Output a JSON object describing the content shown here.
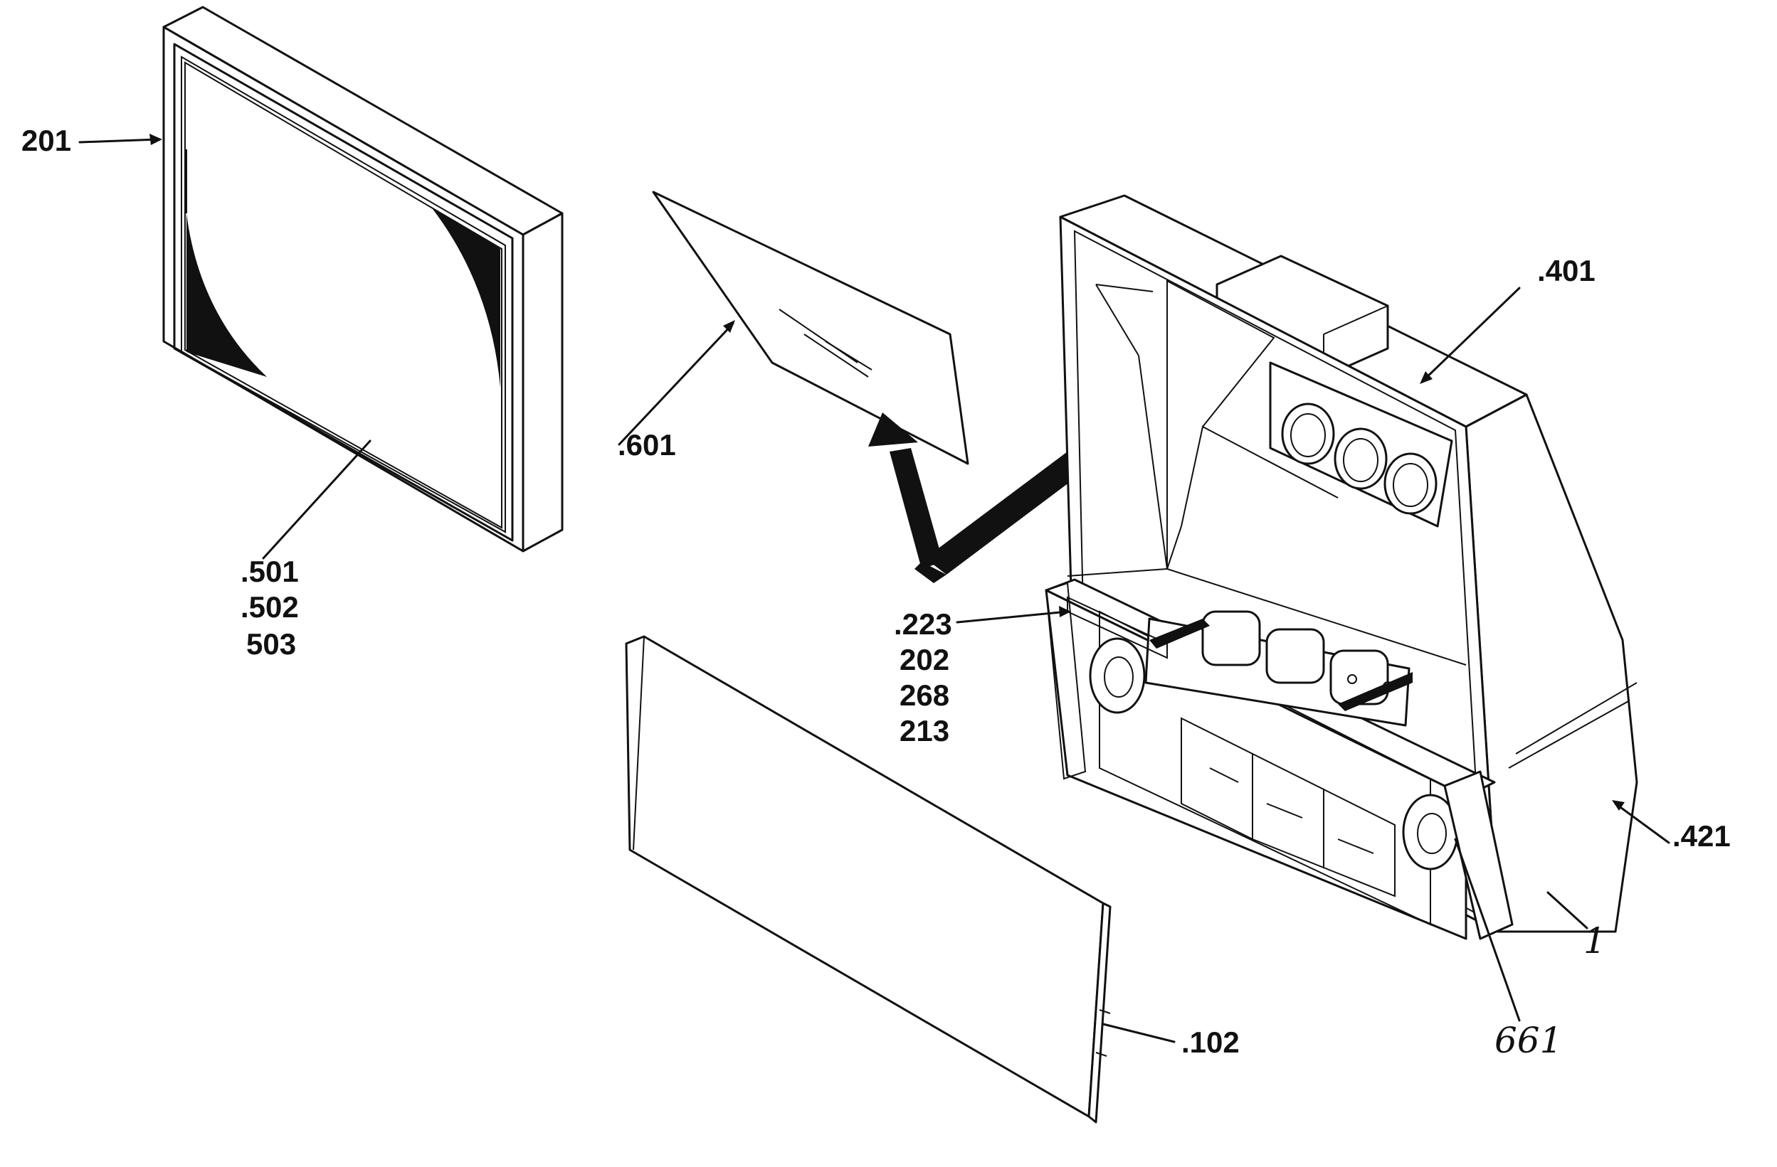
{
  "diagram": {
    "labels": {
      "ref_201": "201",
      "ref_601": ".601",
      "ref_501": ".501",
      "ref_502": ".502",
      "ref_503": "503",
      "ref_401": ".401",
      "ref_223": ".223",
      "ref_202": "202",
      "ref_268": "268",
      "ref_213": "213",
      "ref_421": ".421",
      "ref_1": "1",
      "ref_661": "661",
      "ref_102": ".102"
    },
    "colors": {
      "ink": "#111111",
      "paper": "#ffffff"
    }
  }
}
